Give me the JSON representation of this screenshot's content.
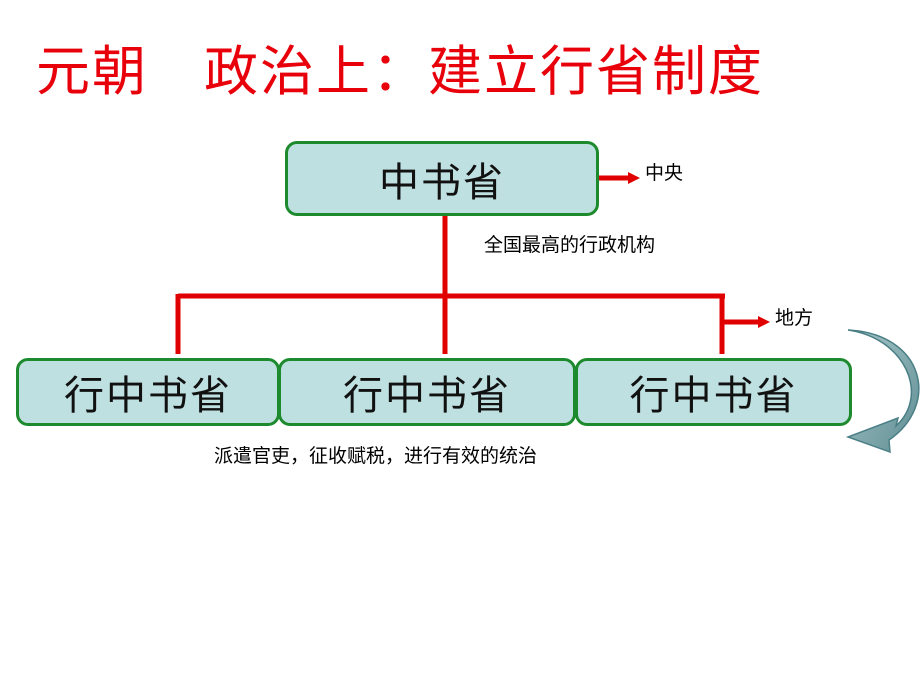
{
  "title": "元朝　政治上：建立行省制度",
  "central": {
    "box_label": "中书省",
    "side_label": "中央",
    "description": "全国最高的行政机构"
  },
  "local": {
    "side_label": "地方",
    "boxes": [
      "行中书省",
      "行中书省",
      "行中书省"
    ],
    "description": "派遣官吏，征收赋税，进行有效的统治"
  },
  "colors": {
    "title": "#e8000b",
    "connector": "#e00000",
    "box_fill": "#bfe0e1",
    "box_border": "#1e8a2e",
    "curved_arrow": "#7ea6aa"
  }
}
